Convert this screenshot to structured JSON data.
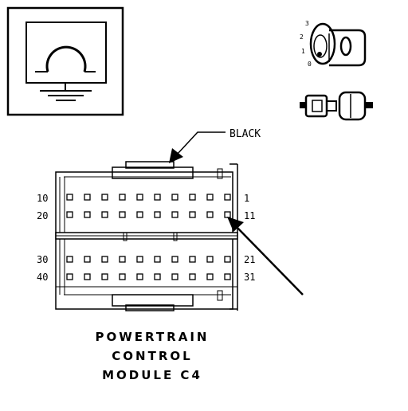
{
  "connector_color_label": "BLACK",
  "title_lines": [
    "POWERTRAIN",
    "CONTROL",
    "MODULE C4"
  ],
  "pin_labels": {
    "row1_left": "10",
    "row1_right": "1",
    "row2_left": "20",
    "row2_right": "11",
    "row3_left": "30",
    "row3_right": "21",
    "row4_left": "40",
    "row4_right": "31"
  },
  "ignition_positions": [
    "3",
    "2",
    "1",
    "0"
  ],
  "icons": {
    "ground_symbol": "ground-icon",
    "ignition_key": "ignition-key-icon",
    "connector_plug": "connector-plug-icon"
  }
}
